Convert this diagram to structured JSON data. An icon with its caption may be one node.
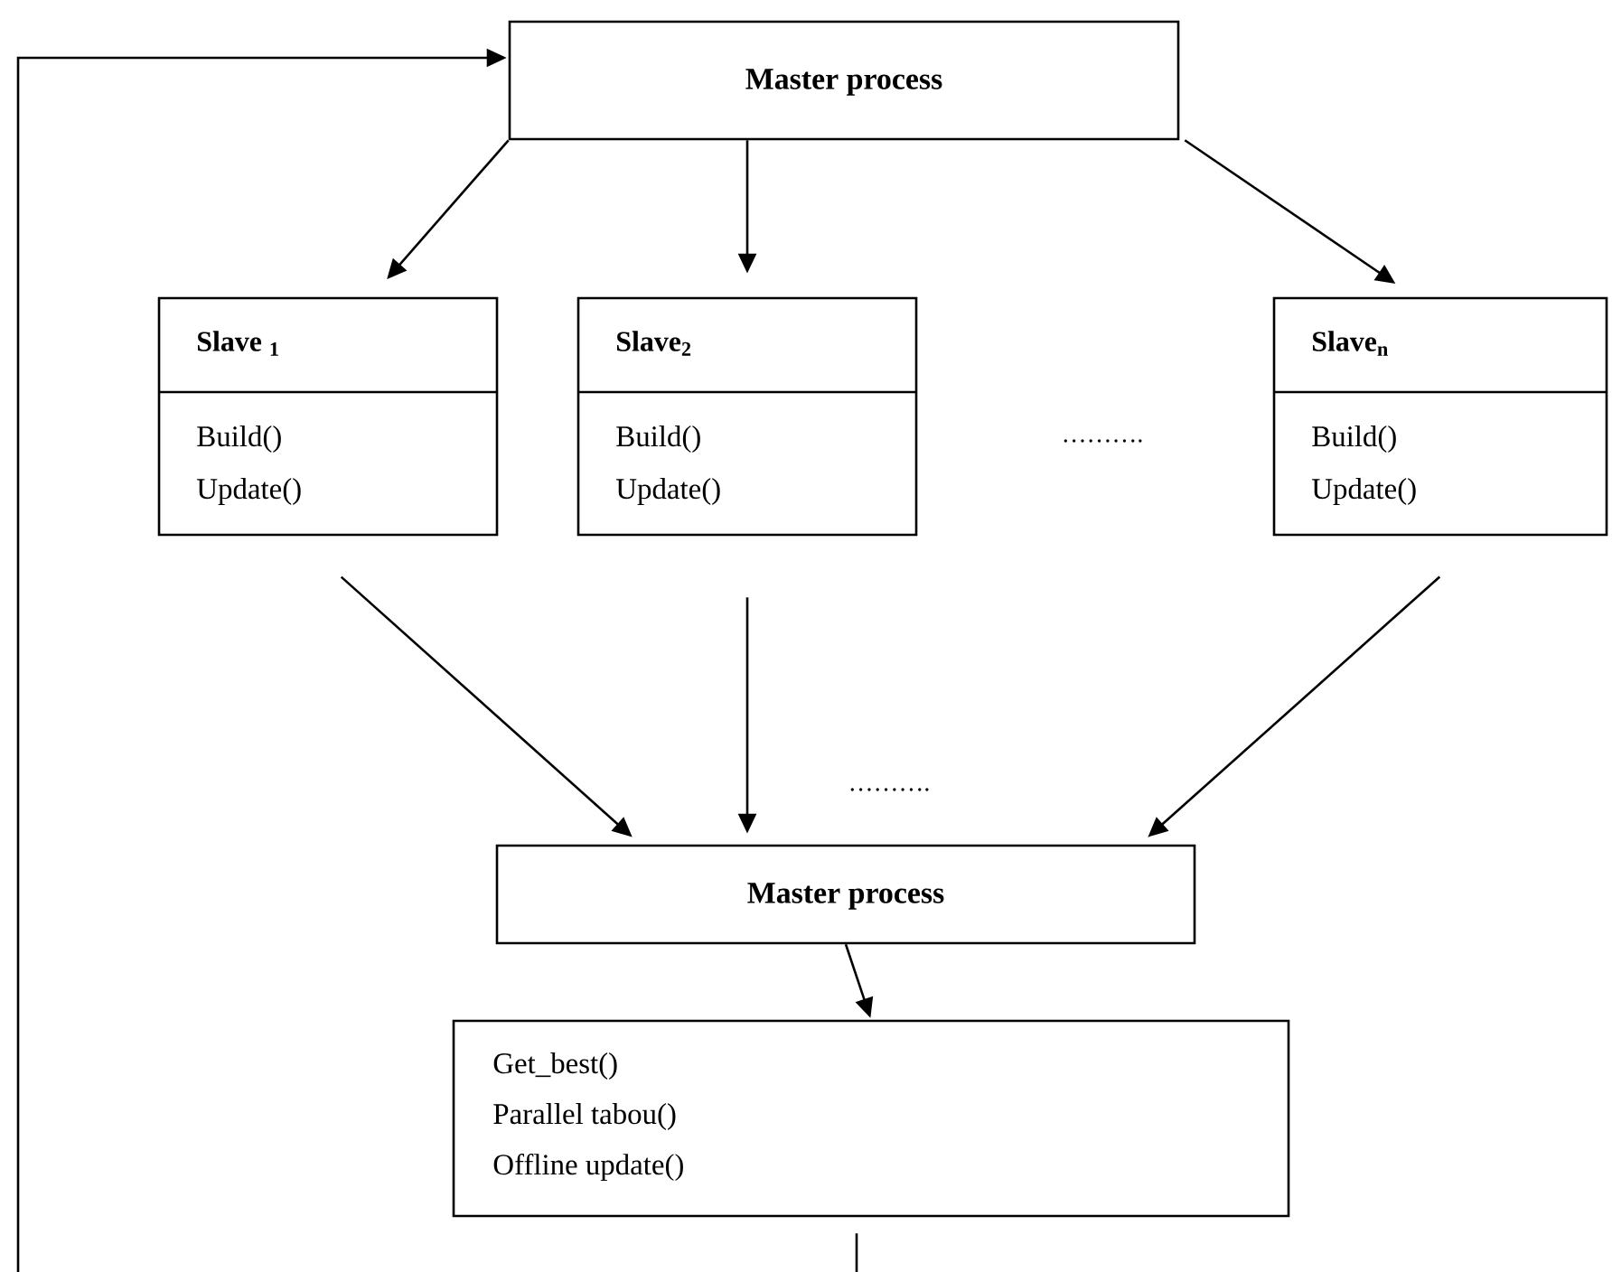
{
  "diagram": {
    "nodes": [
      {
        "text": [
          "Master process"
        ]
      },
      {
        "text": [
          "Slave $_{1}$",
          "Build()",
          "Update()"
        ]
      },
      {
        "text": [
          "Slave$_{2}$",
          "Build()",
          "Update()"
        ]
      },
      {
        "text": [
          "Slave$_{n}$",
          "Build()",
          "Update()"
        ]
      },
      {
        "text": [
          "Master process"
        ]
      },
      {
        "text": [
          "Get_best()",
          "Parallel tabou()",
          "Offline update()"
        ]
      }
    ],
    "edges": [
      {
        "from": 0,
        "to": 1,
        "arrow": "to"
      },
      {
        "from": 0,
        "to": 2,
        "arrow": "to"
      },
      {
        "from": 0,
        "to": 3,
        "arrow": "to"
      },
      {
        "from": 1,
        "to": 4,
        "arrow": "to"
      },
      {
        "from": 2,
        "to": 4,
        "arrow": "to"
      },
      {
        "from": 3,
        "to": 4,
        "arrow": "to"
      },
      {
        "from": 4,
        "to": 5,
        "arrow": "to"
      },
      {
        "from": 5,
        "to": null,
        "arrow": "none"
      },
      {
        "from": null,
        "to": 0,
        "arrow": "to"
      }
    ],
    "labels": [
      "……….",
      "………."
    ]
  }
}
